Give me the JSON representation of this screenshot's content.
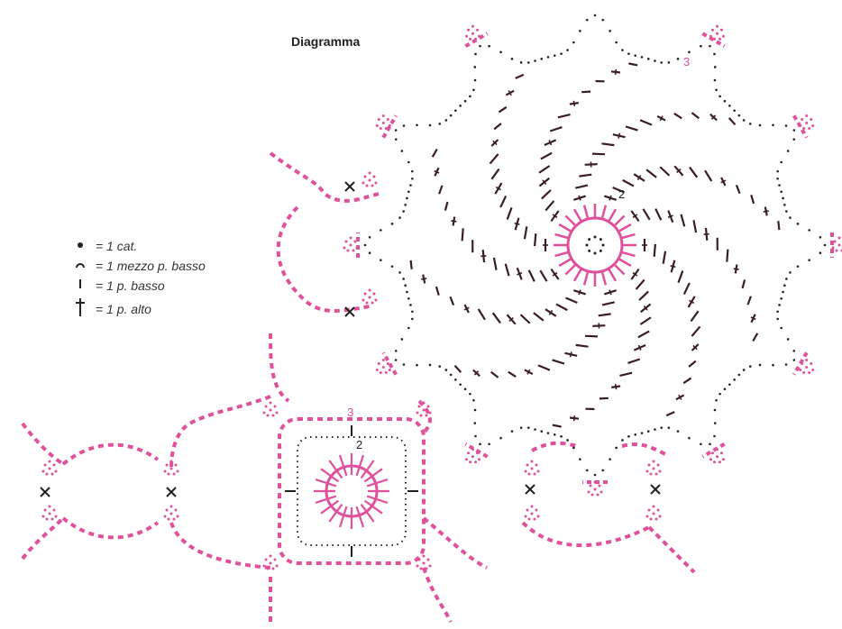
{
  "title": "Diagramma",
  "legend": [
    {
      "symbol": "chain-dot-icon",
      "text": "= 1 cat."
    },
    {
      "symbol": "half-dc-icon",
      "text": "= 1 mezzo p. basso"
    },
    {
      "symbol": "sc-icon",
      "text": "= 1 p. basso"
    },
    {
      "symbol": "dc-icon",
      "text": "= 1 p. alto"
    }
  ],
  "round_labels": {
    "large_motif": [
      "2",
      "3"
    ],
    "small_motif": [
      "2",
      "3"
    ]
  },
  "colors": {
    "accent": "#e0509b",
    "stitch": "#3a1c2a",
    "text": "#222222"
  }
}
